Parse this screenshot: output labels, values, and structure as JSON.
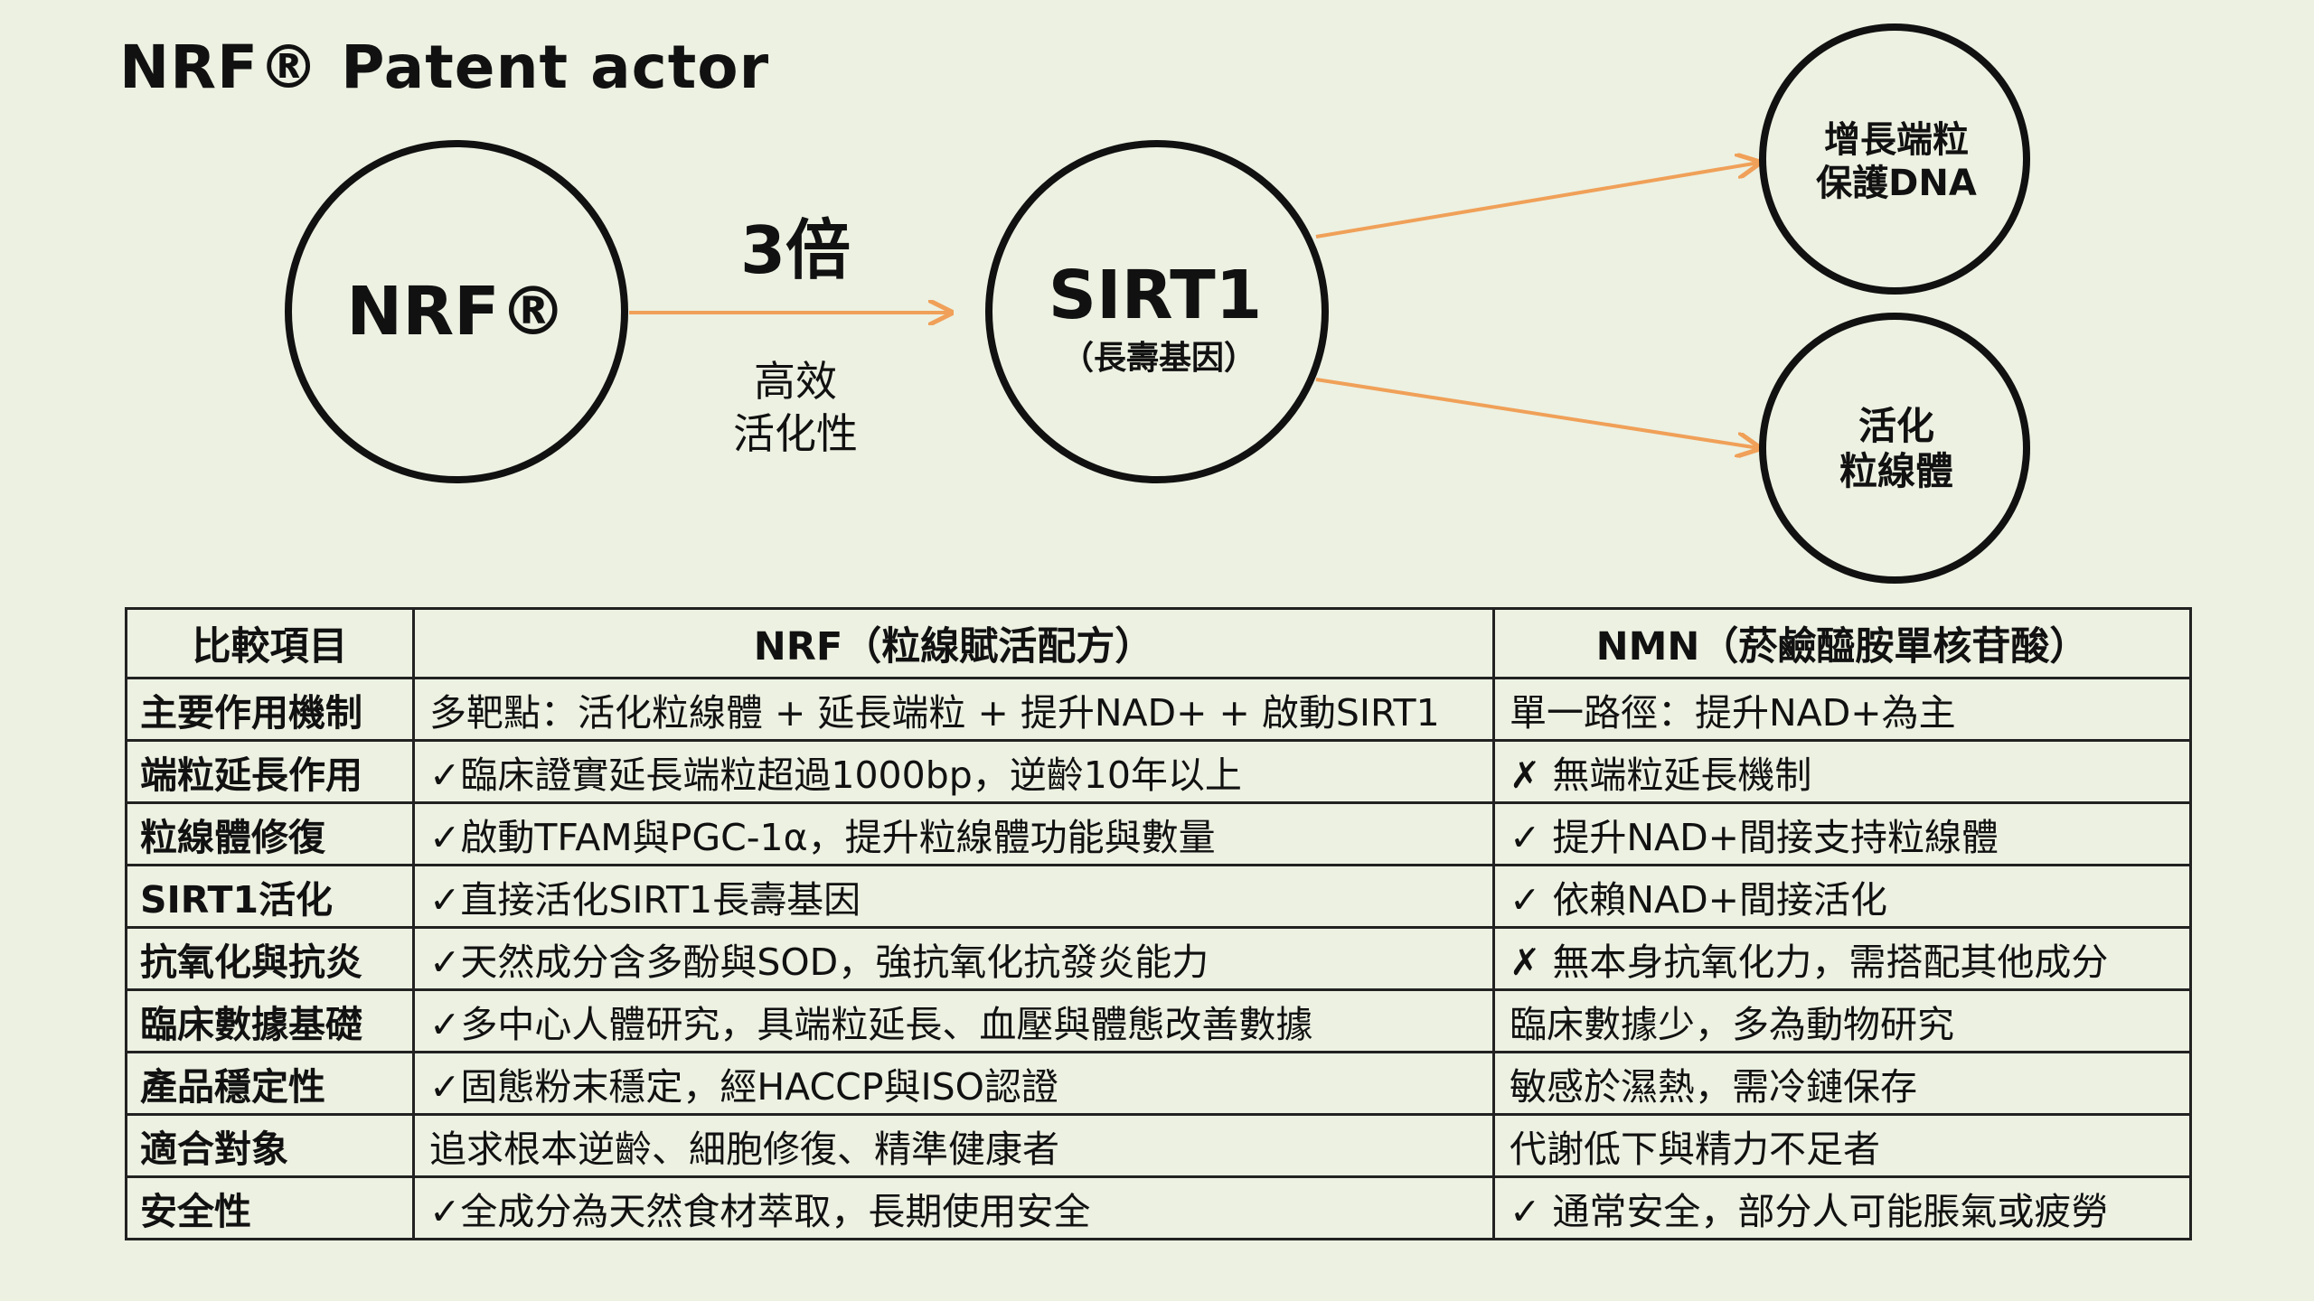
{
  "title": "NRF® Patent actor",
  "diagram": {
    "nodes": {
      "nrf": {
        "label": "NRF®"
      },
      "sirt1": {
        "label": "SIRT1",
        "sublabel": "（長壽基因）"
      },
      "telomere": {
        "line1": "增長端粒",
        "line2": "保護DNA"
      },
      "mito": {
        "line1": "活化",
        "line2": "粒線體"
      }
    },
    "edge_main": {
      "factor": "3倍",
      "line1": "高效",
      "line2": "活化性"
    },
    "arrow_color": "#f0a058",
    "circle_stroke": "#111111"
  },
  "table": {
    "headers": [
      "比較項目",
      "NRF（粒線賦活配方）",
      "NMN（菸鹼醯胺單核苷酸）"
    ],
    "rows": [
      [
        "主要作用機制",
        "多靶點：活化粒線體 + 延長端粒 + 提升NAD+ + 啟動SIRT1",
        "單一路徑：提升NAD+為主"
      ],
      [
        "端粒延長作用",
        "✓臨床證實延長端粒超過1000bp，逆齡10年以上",
        "✗ 無端粒延長機制"
      ],
      [
        "粒線體修復",
        "✓啟動TFAM與PGC-1α，提升粒線體功能與數量",
        "✓ 提升NAD+間接支持粒線體"
      ],
      [
        "SIRT1活化",
        "✓直接活化SIRT1長壽基因",
        "✓ 依賴NAD+間接活化"
      ],
      [
        "抗氧化與抗炎",
        "✓天然成分含多酚與SOD，強抗氧化抗發炎能力",
        "✗ 無本身抗氧化力，需搭配其他成分"
      ],
      [
        "臨床數據基礎",
        "✓多中心人體研究，具端粒延長、血壓與體態改善數據",
        "臨床數據少，多為動物研究"
      ],
      [
        "產品穩定性",
        "✓固態粉末穩定，經HACCP與ISO認證",
        "敏感於濕熱，需冷鏈保存"
      ],
      [
        "適合對象",
        "追求根本逆齡、細胞修復、精準健康者",
        "代謝低下與精力不足者"
      ],
      [
        "安全性",
        "✓全成分為天然食材萃取，長期使用安全",
        "✓ 通常安全，部分人可能脹氣或疲勞"
      ]
    ]
  }
}
